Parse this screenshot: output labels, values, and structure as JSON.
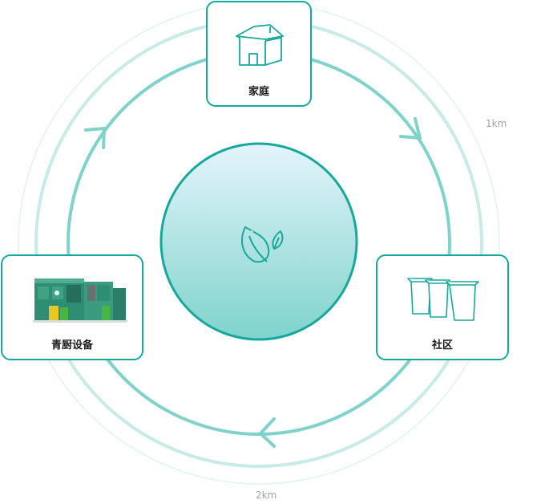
{
  "nodes": {
    "home": {
      "label": "家庭",
      "icon": "house-icon"
    },
    "community": {
      "label": "社区",
      "icon": "trash-bins-icon"
    },
    "kitchen_equipment": {
      "label": "青厨设备",
      "icon": "kitchen-equipment-icon"
    }
  },
  "center": {
    "icon": "leaves-icon"
  },
  "distances": {
    "inner": "1km",
    "outer": "2km"
  },
  "colors": {
    "teal": "#16a89c",
    "ring_mid": "#7fd3ca",
    "ring_light": "#bfe7e2",
    "ring_faint": "#dff3f0",
    "center_top": "#e3f4fb",
    "center_bottom": "#7fd3cc"
  }
}
